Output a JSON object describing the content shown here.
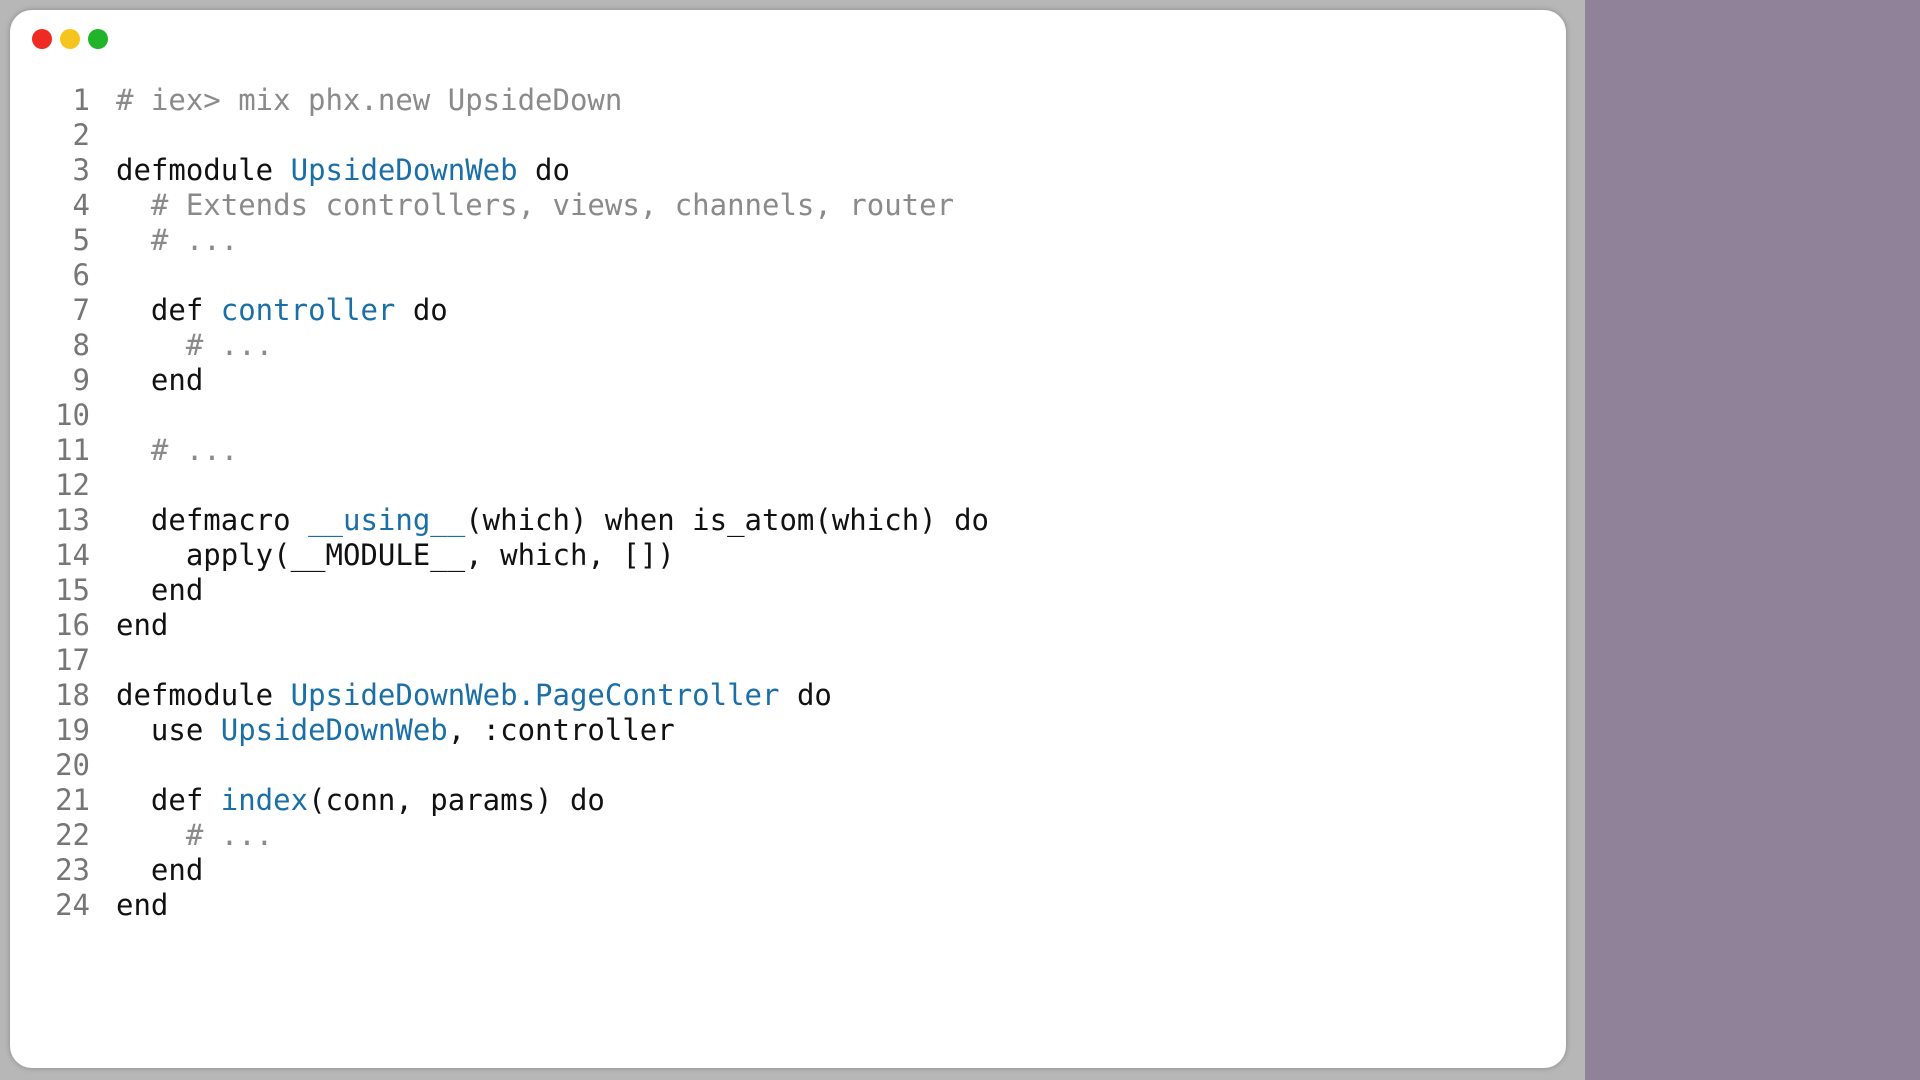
{
  "window": {
    "controls": [
      "close",
      "minimize",
      "maximize"
    ],
    "colors": {
      "close": "#ee2a22",
      "minimize": "#f6c51d",
      "maximize": "#1fb42a"
    }
  },
  "theme": {
    "background": "#ffffff",
    "side_panel": "#8f8299",
    "keyword": "#111111",
    "name": "#1a6fa8",
    "comment": "#8a8a8a",
    "line_number": "#767676"
  },
  "code_lines": [
    {
      "n": "1",
      "tokens": [
        {
          "t": "comment",
          "s": "# iex> mix phx.new UpsideDown"
        }
      ]
    },
    {
      "n": "2",
      "tokens": []
    },
    {
      "n": "3",
      "tokens": [
        {
          "t": "plain",
          "s": "defmodule "
        },
        {
          "t": "name",
          "s": "UpsideDownWeb"
        },
        {
          "t": "plain",
          "s": " do"
        }
      ]
    },
    {
      "n": "4",
      "tokens": [
        {
          "t": "comment",
          "s": "  # Extends controllers, views, channels, router"
        }
      ]
    },
    {
      "n": "5",
      "tokens": [
        {
          "t": "comment",
          "s": "  # ..."
        }
      ]
    },
    {
      "n": "6",
      "tokens": []
    },
    {
      "n": "7",
      "tokens": [
        {
          "t": "plain",
          "s": "  def "
        },
        {
          "t": "name",
          "s": "controller"
        },
        {
          "t": "plain",
          "s": " do"
        }
      ]
    },
    {
      "n": "8",
      "tokens": [
        {
          "t": "comment",
          "s": "    # ..."
        }
      ]
    },
    {
      "n": "9",
      "tokens": [
        {
          "t": "plain",
          "s": "  end"
        }
      ]
    },
    {
      "n": "10",
      "tokens": []
    },
    {
      "n": "11",
      "tokens": [
        {
          "t": "comment",
          "s": "  # ..."
        }
      ]
    },
    {
      "n": "12",
      "tokens": []
    },
    {
      "n": "13",
      "tokens": [
        {
          "t": "plain",
          "s": "  defmacro "
        },
        {
          "t": "name",
          "s": "__using__"
        },
        {
          "t": "plain",
          "s": "(which) when is_atom(which) do"
        }
      ]
    },
    {
      "n": "14",
      "tokens": [
        {
          "t": "plain",
          "s": "    apply(__MODULE__, which, [])"
        }
      ]
    },
    {
      "n": "15",
      "tokens": [
        {
          "t": "plain",
          "s": "  end"
        }
      ]
    },
    {
      "n": "16",
      "tokens": [
        {
          "t": "plain",
          "s": "end"
        }
      ]
    },
    {
      "n": "17",
      "tokens": []
    },
    {
      "n": "18",
      "tokens": [
        {
          "t": "plain",
          "s": "defmodule "
        },
        {
          "t": "name",
          "s": "UpsideDownWeb.PageController"
        },
        {
          "t": "plain",
          "s": " do"
        }
      ]
    },
    {
      "n": "19",
      "tokens": [
        {
          "t": "plain",
          "s": "  use "
        },
        {
          "t": "name",
          "s": "UpsideDownWeb"
        },
        {
          "t": "plain",
          "s": ", :controller"
        }
      ]
    },
    {
      "n": "20",
      "tokens": []
    },
    {
      "n": "21",
      "tokens": [
        {
          "t": "plain",
          "s": "  def "
        },
        {
          "t": "name",
          "s": "index"
        },
        {
          "t": "plain",
          "s": "(conn, params) do"
        }
      ]
    },
    {
      "n": "22",
      "tokens": [
        {
          "t": "comment",
          "s": "    # ..."
        }
      ]
    },
    {
      "n": "23",
      "tokens": [
        {
          "t": "plain",
          "s": "  end"
        }
      ]
    },
    {
      "n": "24",
      "tokens": [
        {
          "t": "plain",
          "s": "end"
        }
      ]
    }
  ]
}
